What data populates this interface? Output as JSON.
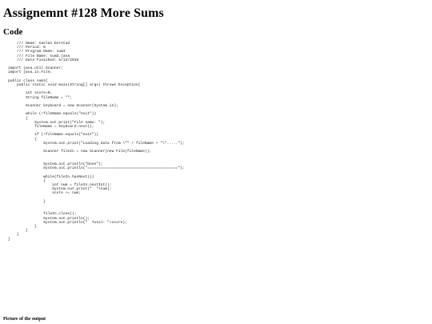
{
  "page": {
    "title": "Assignemnt #128 More Sums",
    "code_heading": "Code",
    "output_heading": "Picture of the output"
  },
  "code": {
    "lines": [
      "    /// Name: Caelan Dorstad",
      "    /// Period: 6",
      "    /// Program Name: sum3",
      "    /// File Name: sum3.java",
      "    /// Date Finished: 5/13/2016",
      "",
      "import java.util.Scanner;",
      "import java.io.File;",
      "",
      "public class sum3{",
      "    public static void main(String[] args) throws Exception{",
      "",
      "        int score=0;",
      "        String fileName = \"\";",
      "",
      "        Scanner keyboard = new Scanner(System.in);",
      "",
      "        while (!fileName.equals(\"exit\"))",
      "        {",
      "            System.out.print(\"File name: \");",
      "            fileName = keyboard.next();",
      "",
      "            if (!fileName.equals(\"exit\"))",
      "            {",
      "                System.out.print(\"Loading data from \\\"\" + fileName + \"\\\".....\");",
      "",
      "                Scanner fileIn = new Scanner(new File(fileName));",
      "",
      "",
      "                System.out.println(\"Done\");",
      "                System.out.println(\"=========================================\");",
      "",
      "                while(fileIn.hasNext())",
      "                {",
      "                    int num = fileIn.nextInt();",
      "                    System.out.print(\"  \"+num);",
      "                    score += num;",
      "",
      "                }",
      "",
      "",
      "                fileIn.close();",
      "                System.out.println();",
      "                System.out.println(\"  Total: \"+score);",
      "            }",
      "        }",
      "    }",
      "}"
    ]
  }
}
